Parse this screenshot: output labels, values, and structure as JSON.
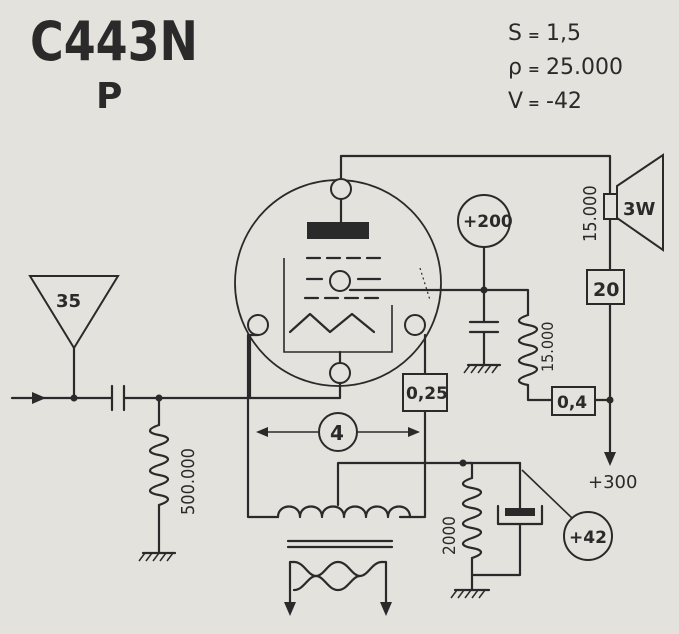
{
  "header": {
    "tube_type": "C443N",
    "subtitle": "P",
    "specs": [
      {
        "symbol": "S",
        "value": "1,5"
      },
      {
        "symbol": "ρ",
        "value": "25.000"
      },
      {
        "symbol": "V",
        "value": "-42"
      }
    ]
  },
  "labels": {
    "input_level": "35",
    "grid_resistor": "500.000",
    "plate_voltage_circle": "+200",
    "supply_voltage": "+300",
    "speaker_power": "3W",
    "output_impedance": "15.000",
    "plate_current": "20",
    "screen_resistor": "15.000",
    "screen_current": "0,4",
    "filament_current": "0,25",
    "filament_voltage": "4",
    "cathode_resistor": "2000",
    "cathode_voltage": "+42"
  },
  "colors": {
    "background": "#e3e2dc",
    "ink": "#2a2a2a"
  }
}
